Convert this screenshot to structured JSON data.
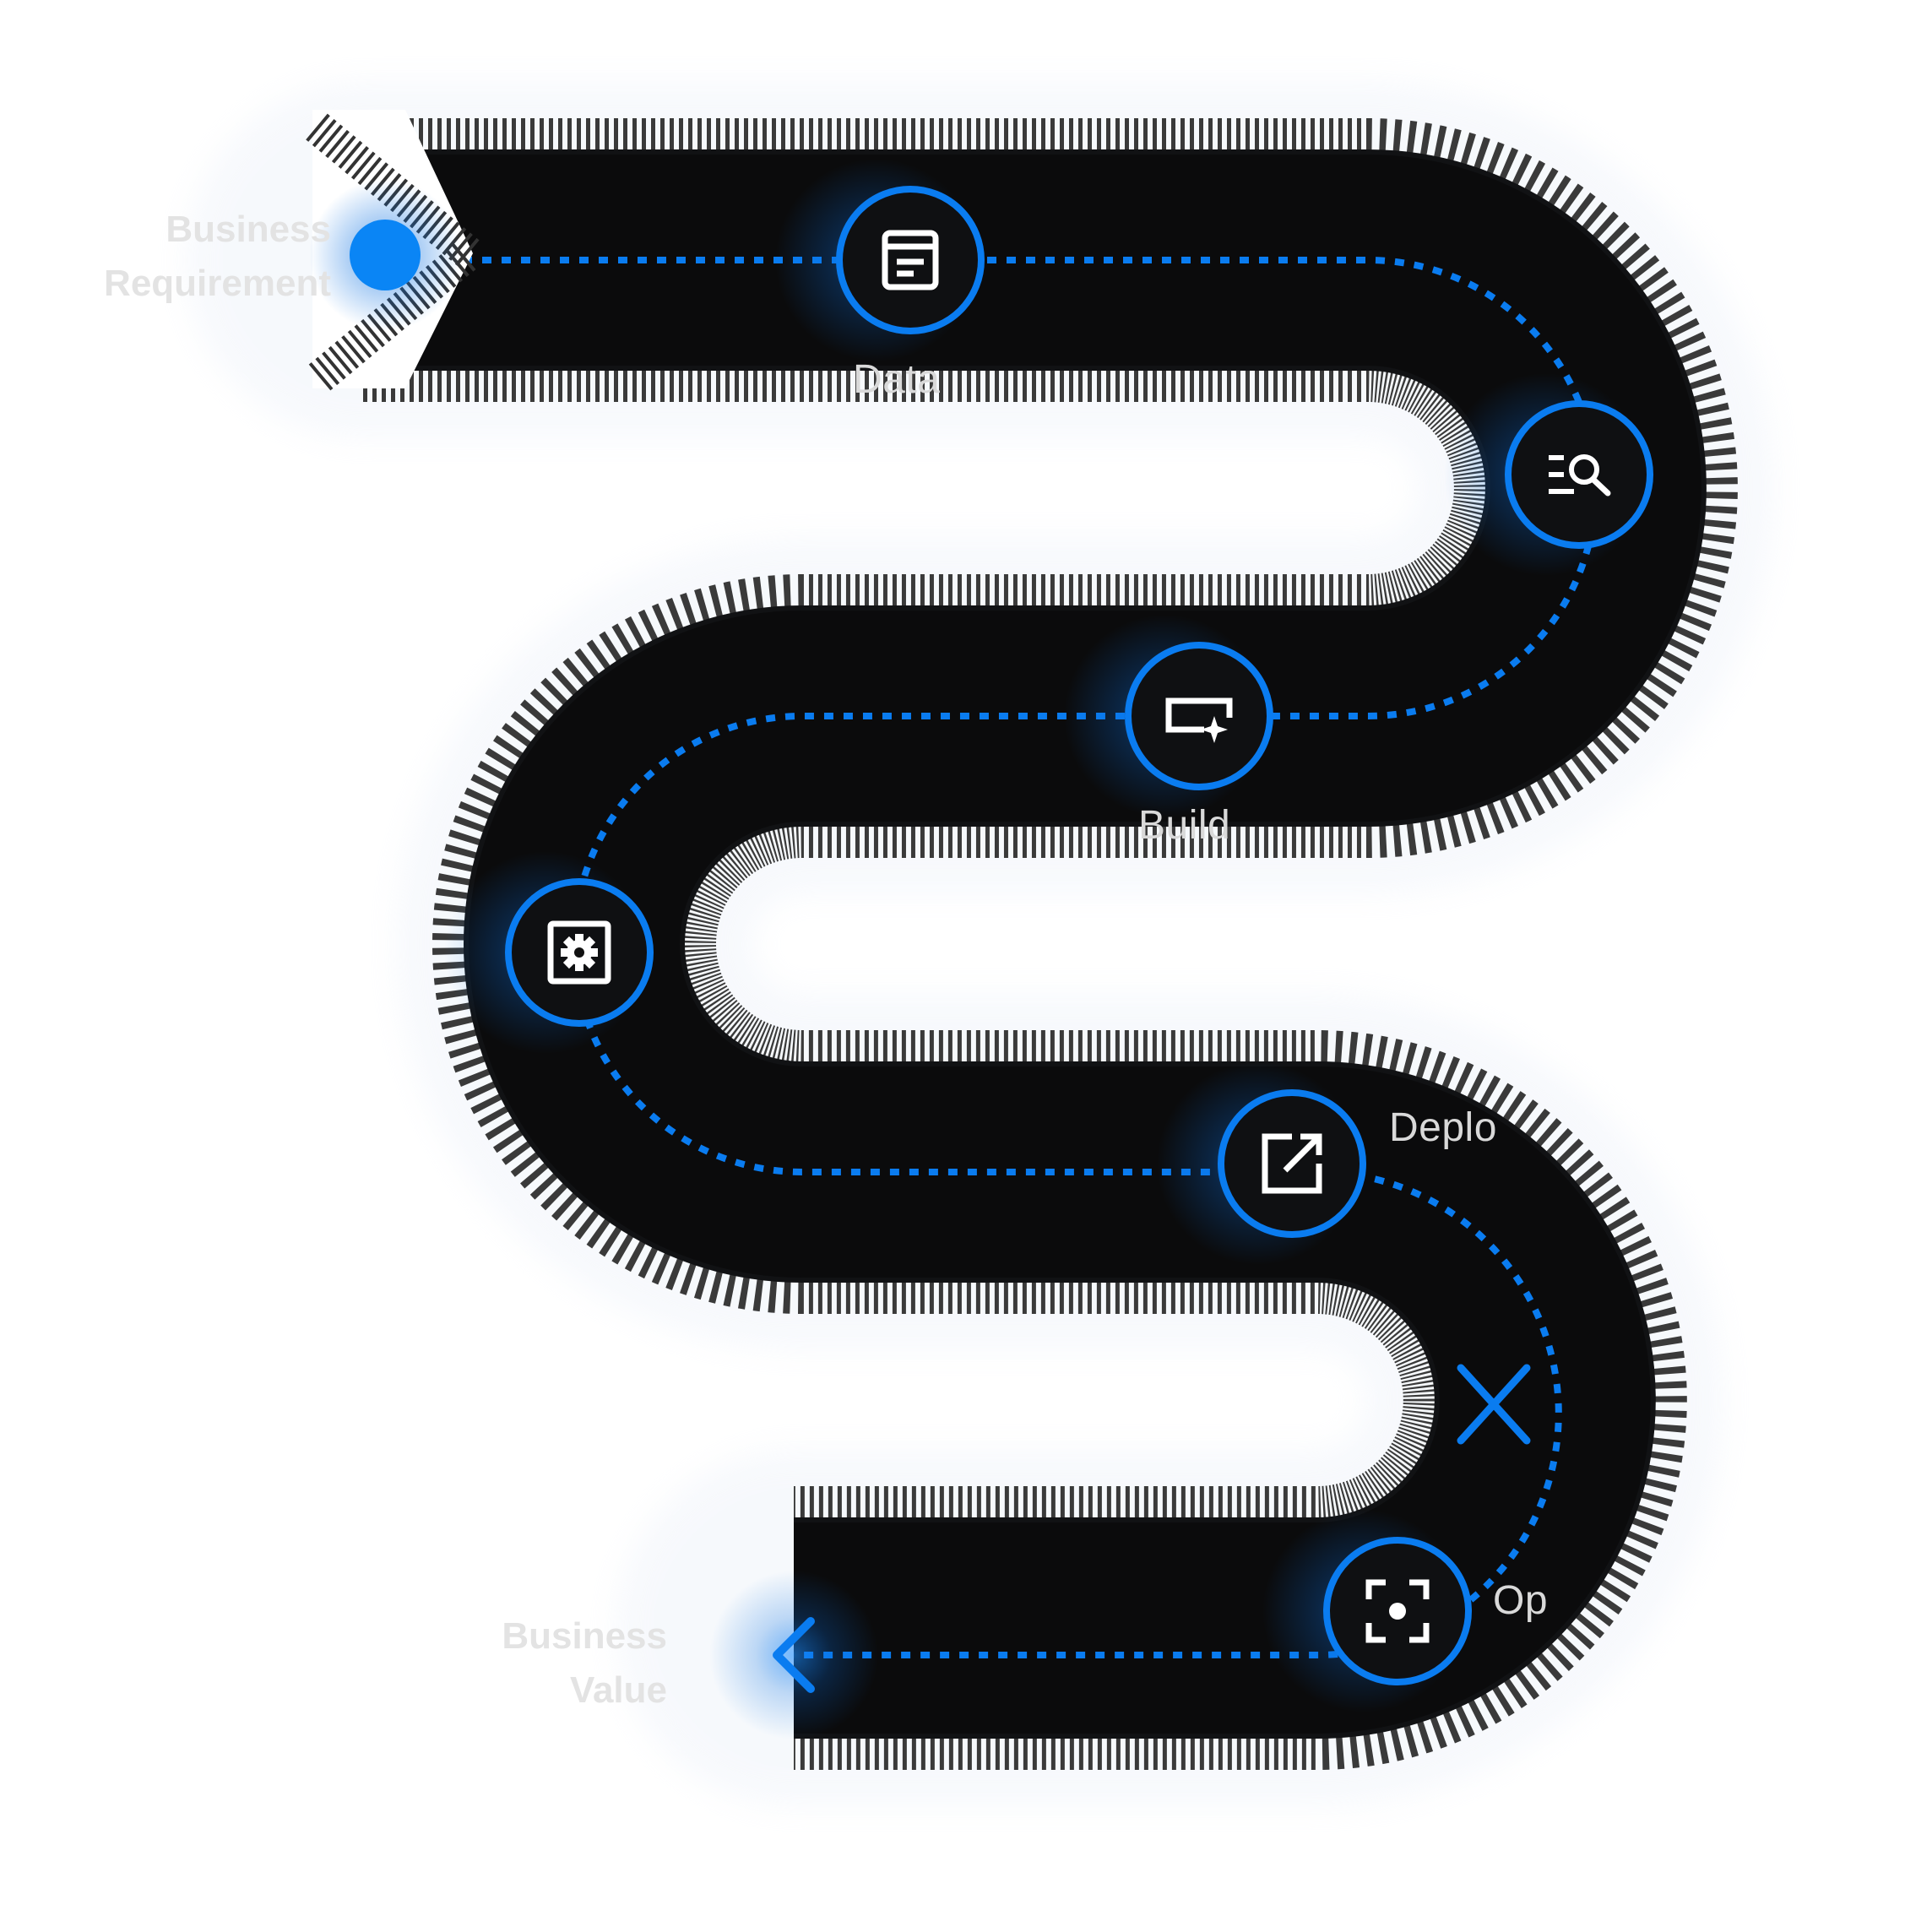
{
  "start": {
    "line1": "Business",
    "line2": "Requirement"
  },
  "end": {
    "line1": "Business",
    "line2": "Value"
  },
  "stages": [
    {
      "label": "Data",
      "icon": "document-icon"
    },
    {
      "label": "",
      "icon": "search-list-icon"
    },
    {
      "label": "Build",
      "icon": "model-sparkle-icon"
    },
    {
      "label": "",
      "icon": "settings-icon"
    },
    {
      "label": "Deplo",
      "icon": "external-link-icon"
    },
    {
      "label": "Op",
      "icon": "focus-icon"
    }
  ],
  "markers": {
    "mid": "close-x-icon",
    "end": "chevron-left-icon",
    "start": "start-dot"
  },
  "colors": {
    "road": "#111214",
    "accent": "#0a7cf0",
    "glow": "#1a8cff",
    "tick": "#333333",
    "icon": "#ffffff",
    "muted_text": "#e3e3e3"
  }
}
